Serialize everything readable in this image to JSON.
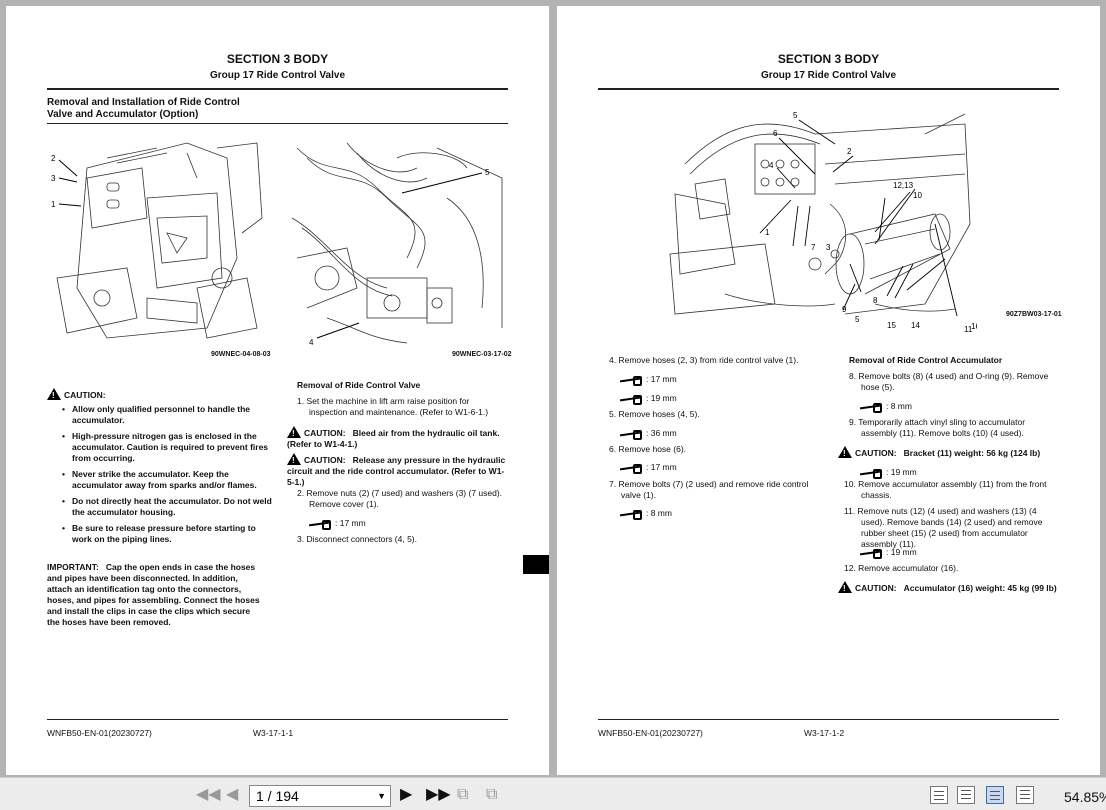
{
  "viewer": {
    "left_page": {
      "section": "SECTION 3 BODY",
      "group": "Group 17 Ride Control Valve",
      "title_line1": "Removal and Installation of Ride Control",
      "title_line2": "Valve and Accumulator (Option)",
      "fig1_caption": "90WNEC-04-08-03",
      "fig2_caption": "90WNEC-03-17-02",
      "fig1_labels": [
        "2",
        "3",
        "1"
      ],
      "fig2_labels": [
        "5",
        "4"
      ],
      "caution_title": "CAUTION:",
      "caution_items": [
        "Allow only qualified personnel to handle the accumulator.",
        "High-pressure nitrogen gas is enclosed in the accumulator. Caution is required to prevent fires from occurring.",
        "Never strike the accumulator. Keep the accumulator away from sparks and/or flames.",
        "Do not directly heat the accumulator. Do not weld the accumulator housing.",
        "Be sure to release pressure before starting to work on the piping lines."
      ],
      "important_label": "IMPORTANT:",
      "important_text": "Cap the open ends in case the hoses and pipes have been disconnected. In addition, attach an identification tag onto the connectors, hoses, and pipes for assembling. Connect the hoses and install the clips in case the clips which secure the hoses have been removed.",
      "removal_title": "Removal of Ride Control Valve",
      "step1": "1.  Set the machine in lift arm raise position for inspection and maintenance. (Refer to W1-6-1.)",
      "caution2_label": "CAUTION:",
      "caution2": "Bleed air from the hydraulic oil tank. (Refer to W1-4-1.)",
      "caution3_label": "CAUTION:",
      "caution3": "Release any pressure in the hydraulic circuit and the ride control accumulator. (Refer to W1-5-1.)",
      "step2": "2.  Remove nuts (2) (7 used) and washers (3) (7 used). Remove cover (1).",
      "step2_tool": ": 17 mm",
      "step3": "3.  Disconnect connectors (4, 5).",
      "footer_code": "WNFB50-EN-01(20230727)",
      "footer_page": "W3-17-1-1"
    },
    "right_page": {
      "section": "SECTION 3 BODY",
      "group": "Group 17 Ride Control Valve",
      "fig_caption": "90Z7BW03-17-01",
      "fig_labels": [
        "5",
        "6",
        "2",
        "4",
        "1",
        "7",
        "3",
        "12,13",
        "10",
        "8",
        "9",
        "5",
        "15",
        "14",
        "11",
        "16"
      ],
      "step4": "4.  Remove hoses (2, 3) from ride control valve (1).",
      "step4_tool1": ": 17 mm",
      "step4_tool2": ": 19 mm",
      "step5": "5.  Remove hoses (4, 5).",
      "step5_tool": ": 36 mm",
      "step6": "6.  Remove hose (6).",
      "step6_tool": ": 17 mm",
      "step7": "7.  Remove bolts (7) (2 used) and remove ride control valve (1).",
      "step7_tool": ": 8 mm",
      "acc_title": "Removal of Ride Control Accumulator",
      "step8": "8.  Remove bolts (8) (4 used) and O-ring (9). Remove hose (5).",
      "step8_tool": ": 8 mm",
      "step9": "9.  Temporarily attach vinyl sling to accumulator assembly (11). Remove bolts (10) (4 used).",
      "caution4_label": "CAUTION:",
      "caution4": "Bracket (11) weight: 56 kg (124 lb)",
      "step9_tool": ": 19 mm",
      "step10": "10.  Remove accumulator assembly (11) from the front chassis.",
      "step11": "11.  Remove nuts (12) (4 used) and washers (13) (4 used). Remove bands (14) (2 used) and remove rubber sheet (15) (2 used) from accumulator assembly (11).",
      "step11_tool": ": 19 mm",
      "step12": "12.  Remove accumulator (16).",
      "caution5_label": "CAUTION:",
      "caution5": "Accumulator (16) weight: 45 kg (99 lb)",
      "footer_code": "WNFB50-EN-01(20230727)",
      "footer_page": "W3-17-1-2"
    }
  },
  "toolbar": {
    "page_display": "1 / 194",
    "zoom": "54.85%",
    "first_icon": "first-page-icon",
    "prev_icon": "previous-page-icon",
    "next_icon": "next-page-icon",
    "last_icon": "last-page-icon"
  }
}
